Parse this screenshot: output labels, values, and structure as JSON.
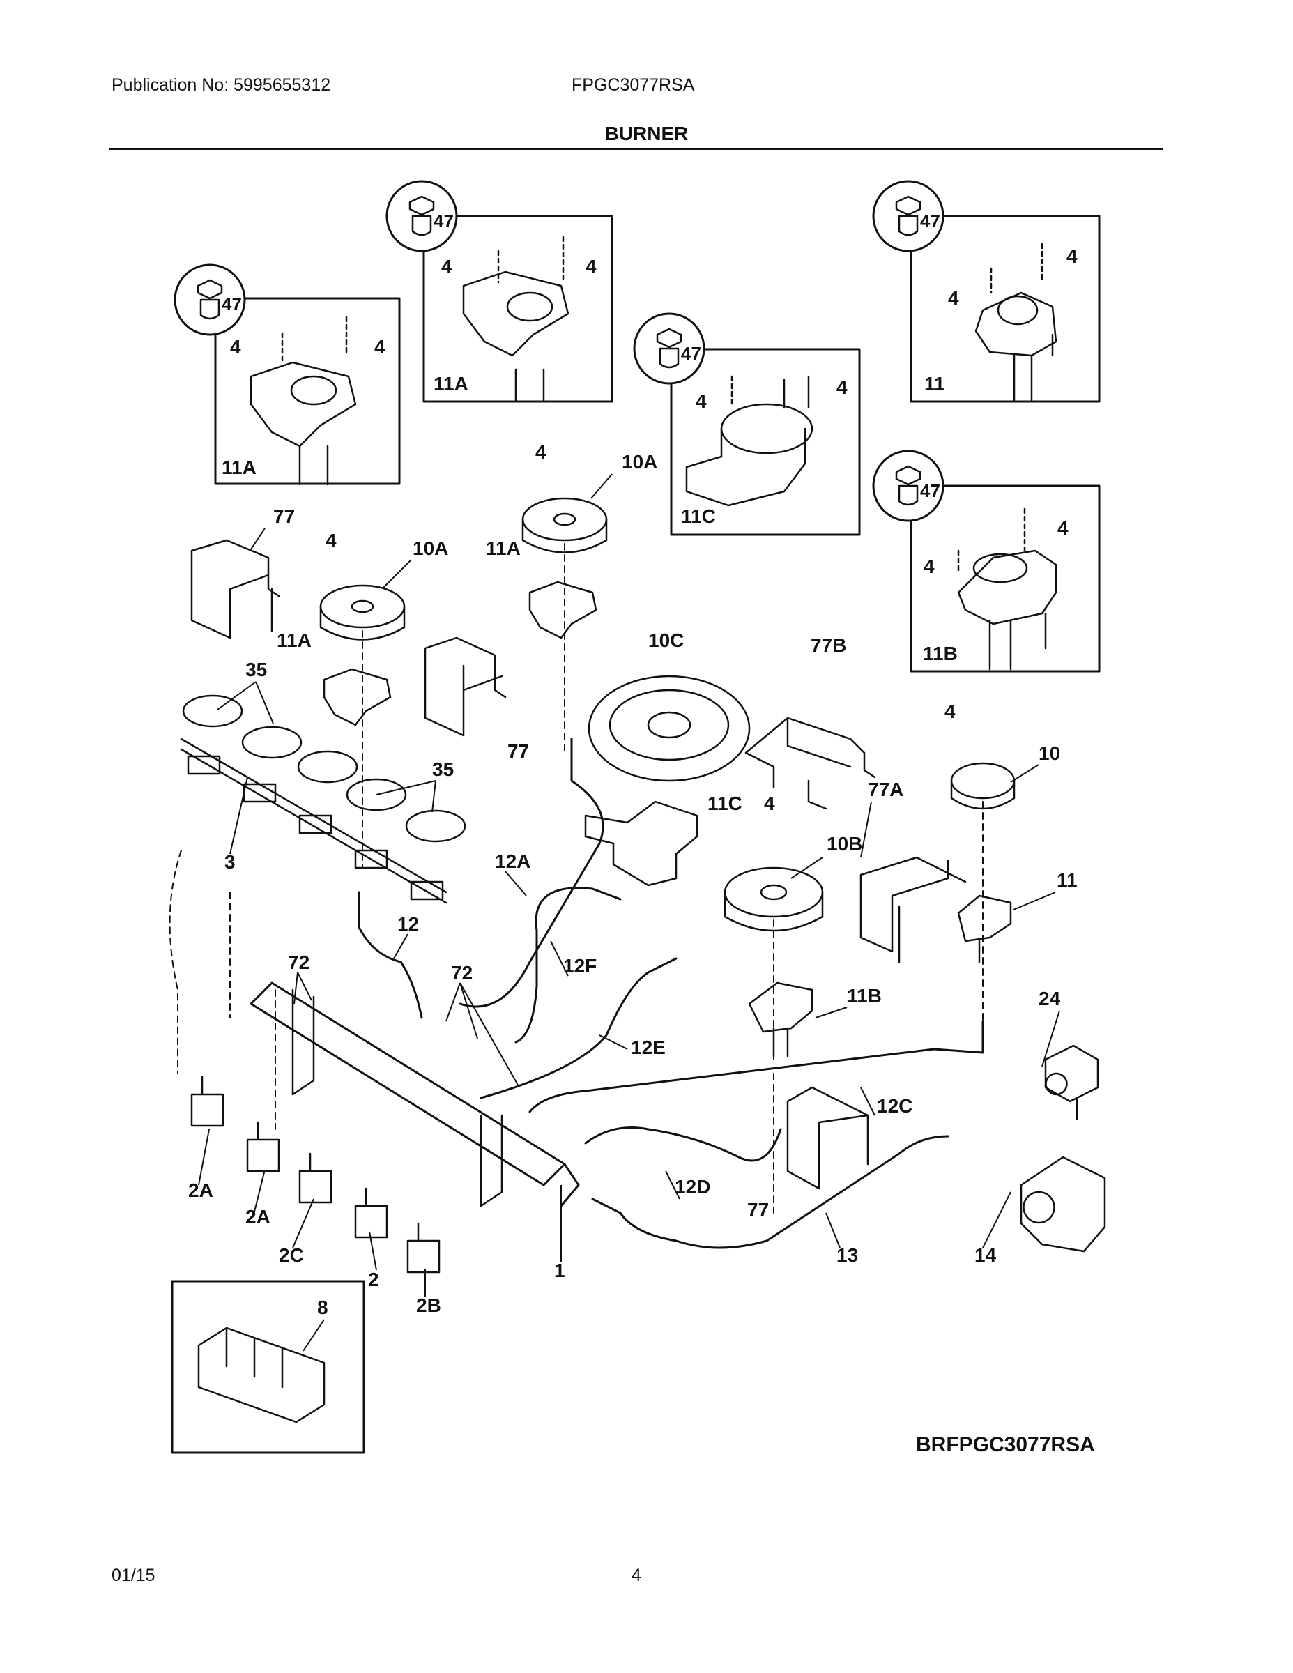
{
  "header": {
    "publication": "Publication No: 5995655312",
    "model": "FPGC3077RSA"
  },
  "title": "BURNER",
  "diagram_code": "BRFPGC3077RSA",
  "footer": {
    "date": "01/15",
    "page": "4"
  },
  "callouts": {
    "c47": "47",
    "c4": "4",
    "c11A": "11A",
    "c11": "11",
    "c11B": "11B",
    "c11C": "11C",
    "c10": "10",
    "c10A": "10A",
    "c10B": "10B",
    "c10C": "10C",
    "c77": "77",
    "c77A": "77A",
    "c77B": "77B",
    "c35": "35",
    "c3": "3",
    "c12": "12",
    "c12A": "12A",
    "c12C": "12C",
    "c12D": "12D",
    "c12E": "12E",
    "c12F": "12F",
    "c72": "72",
    "c24": "24",
    "c2A": "2A",
    "c2C": "2C",
    "c2": "2",
    "c2B": "2B",
    "c1": "1",
    "c13": "13",
    "c14": "14",
    "c8": "8"
  }
}
